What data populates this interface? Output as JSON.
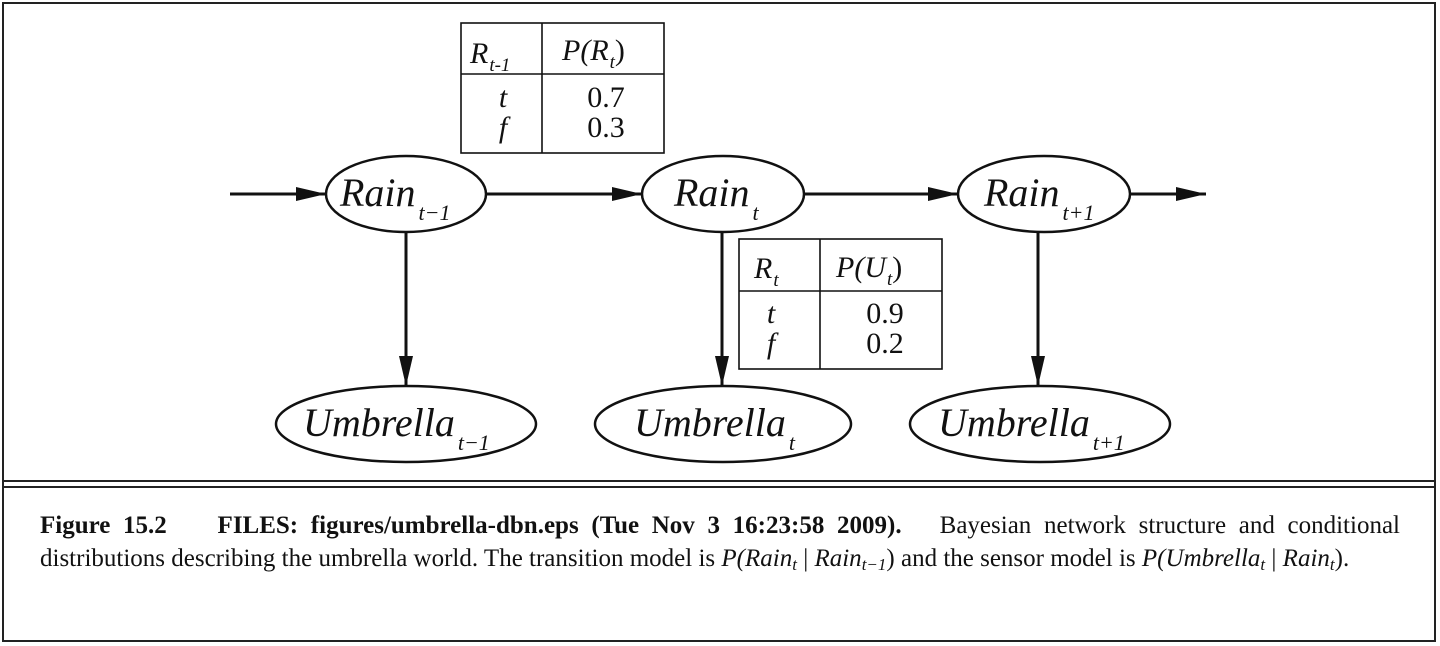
{
  "diagram": {
    "nodes": [
      {
        "id": "rain-prev",
        "label": "Rain",
        "sub": "t−1"
      },
      {
        "id": "rain-t",
        "label": "Rain",
        "sub": "t"
      },
      {
        "id": "rain-next",
        "label": "Rain",
        "sub": "t+1"
      },
      {
        "id": "umb-prev",
        "label": "Umbrella",
        "sub": "t−1"
      },
      {
        "id": "umb-t",
        "label": "Umbrella",
        "sub": "t"
      },
      {
        "id": "umb-next",
        "label": "Umbrella",
        "sub": "t+1"
      }
    ],
    "edges": [
      {
        "from": "(left)",
        "to": "rain-prev"
      },
      {
        "from": "rain-prev",
        "to": "rain-t"
      },
      {
        "from": "rain-t",
        "to": "rain-next"
      },
      {
        "from": "rain-next",
        "to": "(right)"
      },
      {
        "from": "rain-prev",
        "to": "umb-prev"
      },
      {
        "from": "rain-t",
        "to": "umb-t"
      },
      {
        "from": "rain-next",
        "to": "umb-next"
      }
    ],
    "transition_table": {
      "head_left": "R",
      "head_left_sub": "t-1",
      "head_right_pre": "P(R",
      "head_right_sub": "t",
      "head_right_post": ")",
      "rows": [
        {
          "cond": "t",
          "prob": "0.7"
        },
        {
          "cond": "f",
          "prob": "0.3"
        }
      ]
    },
    "sensor_table": {
      "head_left": "R",
      "head_left_sub": "t",
      "head_right_pre": "P(U",
      "head_right_sub": "t",
      "head_right_post": ")",
      "rows": [
        {
          "cond": "t",
          "prob": "0.9"
        },
        {
          "cond": "f",
          "prob": "0.2"
        }
      ]
    }
  },
  "caption": {
    "label": "Figure 15.2",
    "files": "FILES: figures/umbrella-dbn.eps (Tue Nov 3 16:23:58 2009).",
    "text1": "Bayesian network structure and conditional distributions describing the umbrella world. The transition model is",
    "trans_model": {
      "p": "P(",
      "a": "Rain",
      "a_sub": "t",
      "bar": " | ",
      "b": "Rain",
      "b_sub": "t−1",
      "close": ")"
    },
    "text2": "and the sensor model is",
    "sensor_model": {
      "p": "P(",
      "a": "Umbrella",
      "a_sub": "t",
      "bar": " | ",
      "b": "Rain",
      "b_sub": "t",
      "close": ")"
    },
    "end": "."
  }
}
